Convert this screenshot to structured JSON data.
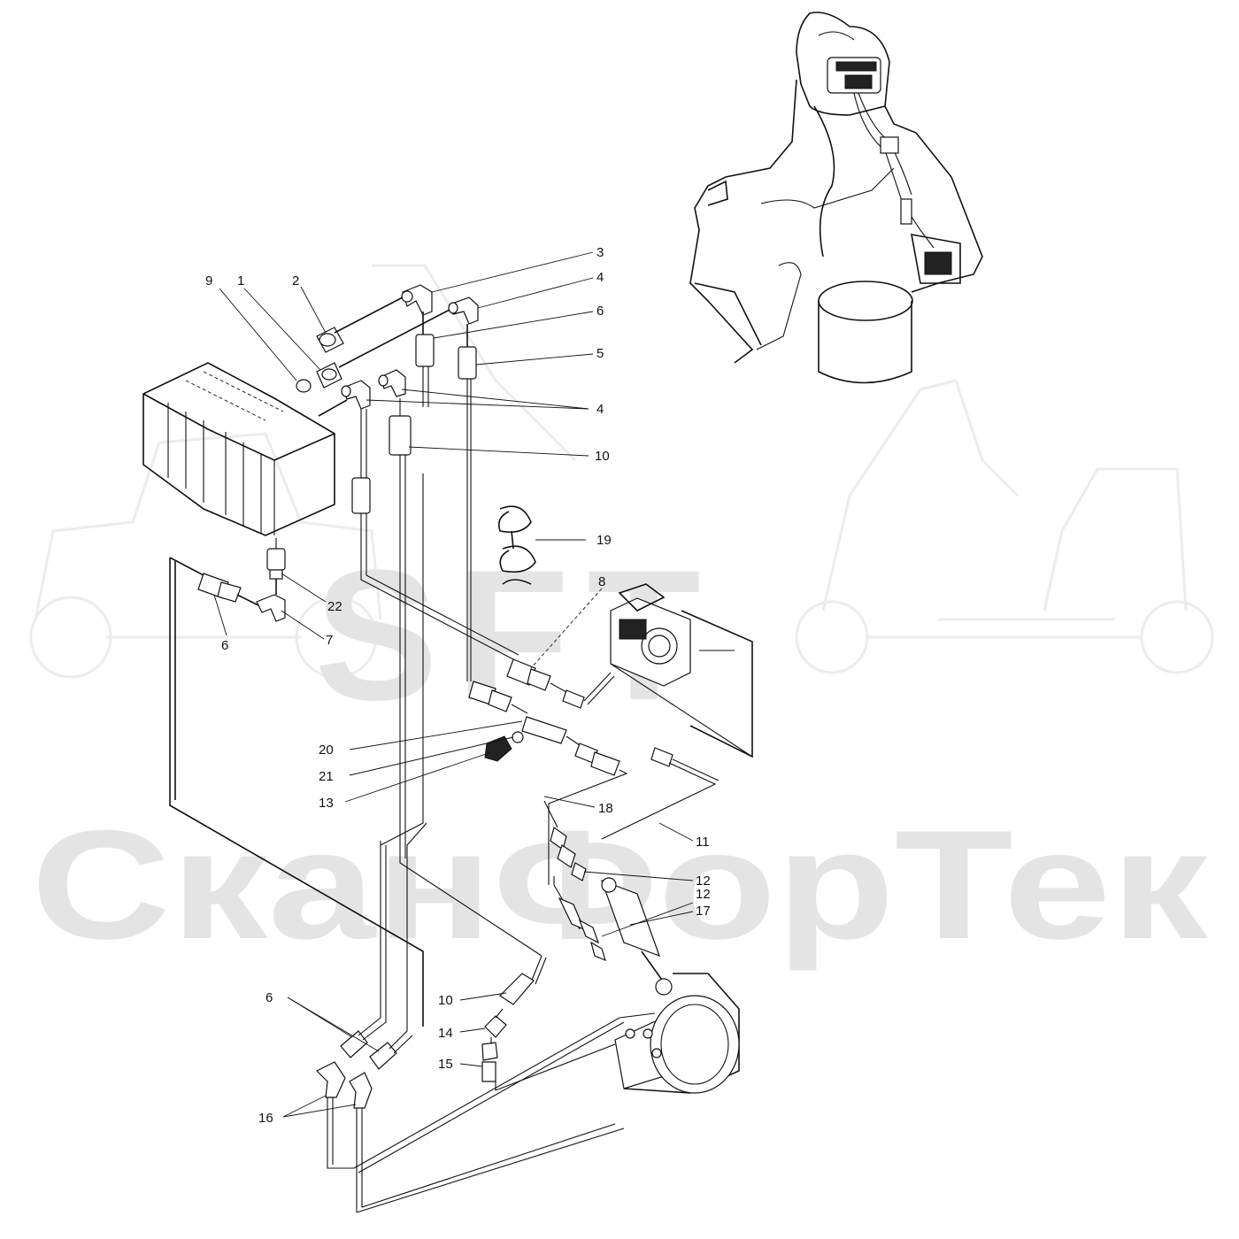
{
  "watermark": {
    "logo": "SFT",
    "company": "СканФорТек"
  },
  "callouts": [
    {
      "id": "c9",
      "text": "9"
    },
    {
      "id": "c1",
      "text": "1"
    },
    {
      "id": "c2",
      "text": "2"
    },
    {
      "id": "c3",
      "text": "3"
    },
    {
      "id": "c4a",
      "text": "4"
    },
    {
      "id": "c6a",
      "text": "6"
    },
    {
      "id": "c5",
      "text": "5"
    },
    {
      "id": "c4b",
      "text": "4"
    },
    {
      "id": "c10a",
      "text": "10"
    },
    {
      "id": "c19",
      "text": "19"
    },
    {
      "id": "c8",
      "text": "8"
    },
    {
      "id": "c22",
      "text": "22"
    },
    {
      "id": "c6b",
      "text": "6"
    },
    {
      "id": "c7",
      "text": "7"
    },
    {
      "id": "c20",
      "text": "20"
    },
    {
      "id": "c21",
      "text": "21"
    },
    {
      "id": "c13",
      "text": "13"
    },
    {
      "id": "c18",
      "text": "18"
    },
    {
      "id": "c11",
      "text": "11"
    },
    {
      "id": "c12a",
      "text": "12"
    },
    {
      "id": "c12b",
      "text": "12"
    },
    {
      "id": "c17",
      "text": "17"
    },
    {
      "id": "c6c",
      "text": "6"
    },
    {
      "id": "c10b",
      "text": "10"
    },
    {
      "id": "c14",
      "text": "14"
    },
    {
      "id": "c15",
      "text": "15"
    },
    {
      "id": "c16",
      "text": "16"
    }
  ]
}
